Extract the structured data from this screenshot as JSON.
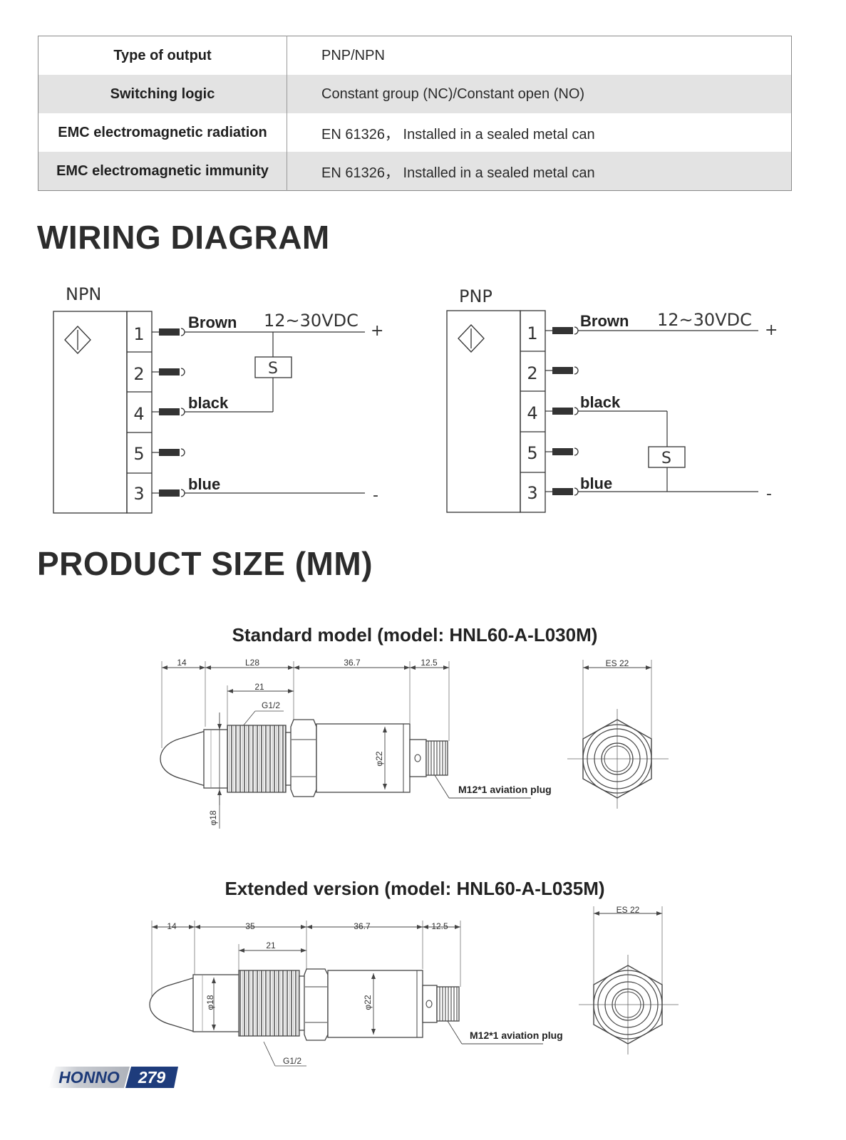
{
  "spec_table": [
    {
      "label": "Type of output",
      "value": "PNP/NPN"
    },
    {
      "label": "Switching logic",
      "value": "Constant group (NC)/Constant open (NO)"
    },
    {
      "label": "EMC electromagnetic radiation",
      "value": "EN 61326，  Installed in a sealed metal can"
    },
    {
      "label": "EMC electromagnetic immunity",
      "value": "EN 61326，  Installed in a sealed metal can"
    }
  ],
  "wiring": {
    "title": "WIRING DIAGRAM",
    "npn": {
      "name": "NPN",
      "pins": [
        "1",
        "2",
        "4",
        "5",
        "3"
      ],
      "wire_brown": "Brown",
      "wire_black": "black",
      "wire_blue": "blue",
      "supply": "12~30VDC",
      "plus": "+",
      "minus": "-",
      "load": "S"
    },
    "pnp": {
      "name": "PNP",
      "pins": [
        "1",
        "2",
        "4",
        "5",
        "3"
      ],
      "wire_brown": "Brown",
      "wire_black": "black",
      "wire_blue": "blue",
      "supply": "12~30VDC",
      "plus": "+",
      "minus": "-",
      "load": "S"
    }
  },
  "product_size": {
    "title": "PRODUCT SIZE (MM)",
    "standard": {
      "title": "Standard model (model: HNL60-A-L030M)",
      "dims": {
        "d1": "14",
        "d2": "L28",
        "d3": "36.7",
        "d4": "12.5",
        "thread_len": "21",
        "thread": "G1/2",
        "dia_body": "φ22",
        "dia_probe": "φ18",
        "hex": "ES 22"
      },
      "plug": "M12*1 aviation plug"
    },
    "extended": {
      "title": "Extended version (model: HNL60-A-L035M)",
      "dims": {
        "d1": "14",
        "d2": "35",
        "d3": "36.7",
        "d4": "12.5",
        "thread_len": "21",
        "thread": "G1/2",
        "dia_body": "φ22",
        "dia_probe": "φ18",
        "hex": "ES 22"
      },
      "plug": "M12*1 aviation plug"
    }
  },
  "footer": {
    "brand": "HONNO",
    "page": "279"
  }
}
